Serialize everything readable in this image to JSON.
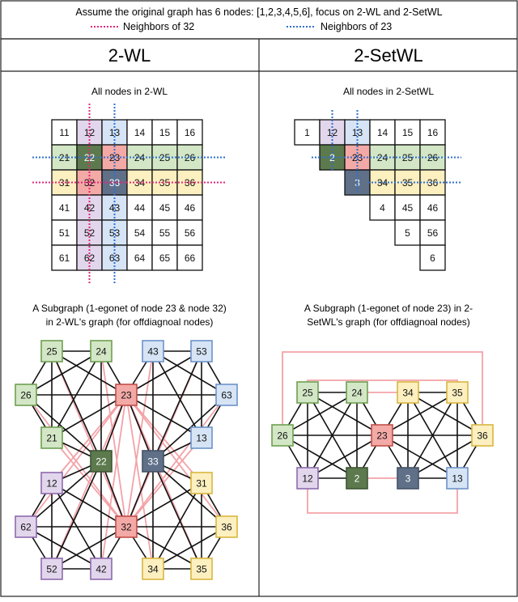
{
  "header": {
    "caption": "Assume the original graph has 6 nodes: [1,2,3,4,5,6], focus on 2-WL and 2-SetWL",
    "legend": [
      {
        "label": "Neighbors of 32",
        "color": "#e0287a"
      },
      {
        "label": "Neighbors of 23",
        "color": "#2f6fcf"
      }
    ]
  },
  "columns": {
    "left_title": "2-WL",
    "right_title": "2-SetWL"
  },
  "left_grid": {
    "title": "All nodes in 2-WL",
    "rows": [
      [
        "11",
        "12",
        "13",
        "14",
        "15",
        "16"
      ],
      [
        "21",
        "22",
        "23",
        "24",
        "25",
        "26"
      ],
      [
        "31",
        "32",
        "33",
        "34",
        "35",
        "36"
      ],
      [
        "41",
        "42",
        "43",
        "44",
        "45",
        "46"
      ],
      [
        "51",
        "52",
        "53",
        "54",
        "55",
        "56"
      ],
      [
        "61",
        "62",
        "63",
        "64",
        "65",
        "66"
      ]
    ]
  },
  "right_grid": {
    "title": "All nodes in 2-SetWL",
    "rows": [
      [
        "1",
        "12",
        "13",
        "14",
        "15",
        "16"
      ],
      [
        "2",
        "23",
        "24",
        "25",
        "26"
      ],
      [
        "3",
        "34",
        "35",
        "36"
      ],
      [
        "4",
        "45",
        "46"
      ],
      [
        "5",
        "56"
      ],
      [
        "6"
      ]
    ]
  },
  "left_subgraph": {
    "title_line1": "A Subgraph (1-egonet of node 23 & node 32)",
    "title_line2": "in 2-WL's graph (for offdiagnoal nodes)",
    "nodes": [
      "25",
      "24",
      "43",
      "53",
      "26",
      "23",
      "63",
      "21",
      "13",
      "22",
      "33",
      "12",
      "31",
      "62",
      "32",
      "36",
      "52",
      "42",
      "34",
      "35"
    ]
  },
  "right_subgraph": {
    "title_line1": "A Subgraph (1-egonet of node 23) in 2-",
    "title_line2": "SetWL's graph (for offdiagnoal nodes)",
    "nodes": [
      "25",
      "24",
      "34",
      "35",
      "26",
      "23",
      "36",
      "12",
      "2",
      "3",
      "13"
    ]
  },
  "colors": {
    "green": "#d3e7c6",
    "green_stroke": "#6f9f52",
    "blue": "#d6e4f5",
    "blue_stroke": "#6d93c8",
    "purple": "#e2d6ec",
    "purple_stroke": "#8e6aad",
    "yellow": "#fcefc0",
    "yellow_stroke": "#d9b640",
    "red": "#f3a9a6",
    "red_stroke": "#c24f4a",
    "dark_green": "#5c7a4d",
    "dark_slate": "#5f7088",
    "pink_edge": "#f2a3a8"
  }
}
